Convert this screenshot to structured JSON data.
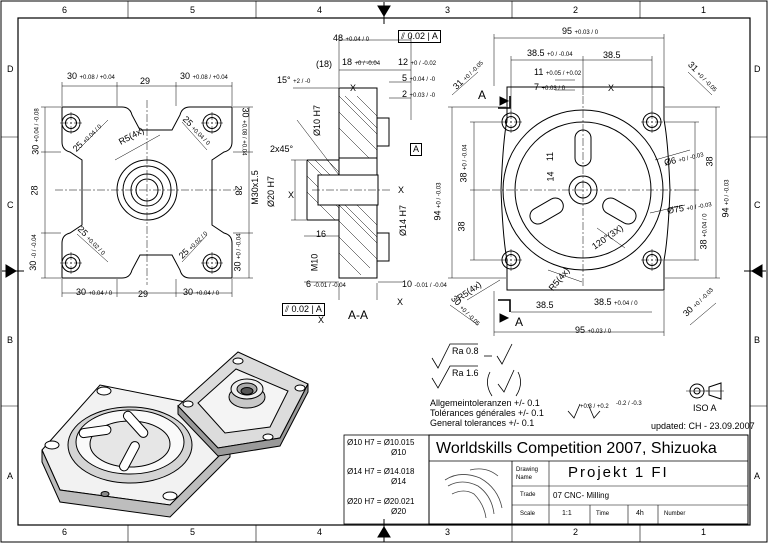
{
  "border": {
    "columns": [
      "6",
      "5",
      "4",
      "3",
      "2",
      "1"
    ],
    "rows": [
      "D",
      "C",
      "B",
      "A"
    ]
  },
  "dims": {
    "left_view": {
      "top_30_a": "30",
      "top_30_a_tol": "+0.08 / +0.04",
      "top_29": "29",
      "top_30_b": "30",
      "top_30_b_tol": "+0.08 / +0.04",
      "r5": "R5(4x)",
      "d25_a": "25",
      "d25_a_tol": "+0.04 / 0",
      "d25_b": "25",
      "d25_b_tol": "+0.04 / 0",
      "d25_c": "25",
      "d25_c_tol": "+0.02 / 0",
      "d25_d": "25",
      "d25_d_tol": "+0.02 / 0",
      "left_30_top": "30",
      "left_30_top_tol": "+0.04 / -0.08",
      "left_28": "28",
      "left_30_bot": "30",
      "left_30_bot_tol": "-0 / -0.04",
      "right_30_top": "30",
      "right_30_top_tol": "+0.08 / +0.04",
      "right_28": "28",
      "right_30_bot": "30",
      "right_30_bot_tol": "+0 / -0.04",
      "bot_30_a": "30",
      "bot_30_a_tol": "+0.04 / 0",
      "bot_29": "29",
      "bot_30_b": "30",
      "bot_30_b_tol": "+0.04 / 0"
    },
    "section": {
      "d48": "48",
      "d48_tol": "+0.04 / 0",
      "flat": "0.02",
      "flat_ref": "A",
      "d18p": "(18)",
      "d18": "18",
      "d18_tol": "+0 / -0.04",
      "d12": "12",
      "d12_tol": "+0 / -0.02",
      "d15deg": "15°",
      "d15_tol": "+2 / -0",
      "d5": "5",
      "d5_tol": "+0.04 / -0",
      "d2": "2",
      "d2_tol": "+0.03 / -0",
      "dia10": "Ø10 H7",
      "chamfer": "2x45°",
      "thread": "M30x1.5",
      "dia20": "Ø20 H7",
      "dia14": "Ø14 H7",
      "d16": "16",
      "m10": "M10",
      "d6": "6",
      "d6_tol": "-0.01 / -0.04",
      "d10": "10",
      "d10_tol": "-0.01 / -0.04",
      "perp": "0.02",
      "perp_ref": "A",
      "section_label": "A-A",
      "datum": "A",
      "rough_x": "X"
    },
    "right_view": {
      "d95_top": "95",
      "d95_top_tol": "+0.03 / 0",
      "d385_a": "38.5",
      "d385_a_tol": "+0 / -0.04",
      "d385_b": "38.5",
      "d11": "11",
      "d11_tol": "+0.05 / +0.02",
      "d7": "7",
      "d7_tol": "+0.03 / 0",
      "d31_a": "31",
      "d31_a_tol": "+0 / -0.05",
      "d31_b": "31",
      "d31_b_tol": "+0 / -0.05",
      "dia6": "Ø6",
      "dia6_tol": "+0 / -0.03",
      "dia75": "Ø75",
      "dia75_tol": "+0 / -0.03",
      "d38_left_top": "38",
      "d38_left_top_tol": "+0 / -0.04",
      "d38_left_bot": "38",
      "d94_left": "94",
      "d94_left_tol": "+0 / -0.03",
      "d38_right_top": "38",
      "d94_right": "94",
      "d94_right_tol": "+0 / -0.03",
      "d38_right_bot": "38",
      "d38_right_bot_tol": "+0.04 / 0",
      "d14": "14",
      "d11_b": "11",
      "angle120": "120°(3X)",
      "r5": "R5(4x)",
      "r5_b": "R5(4x)",
      "d30_a": "30",
      "d30_a_tol": "+0 / -0.05",
      "d30_b": "30",
      "d30_b_tol": "+0 / -0.03",
      "d385_c": "38.5",
      "d385_d": "38.5",
      "d385_d_tol": "+0.04 / 0",
      "d95_bot": "95",
      "d95_bot_tol": "+0.03 / 0",
      "sec_a_top": "A",
      "sec_a_bot": "A",
      "rough_x": "X"
    }
  },
  "notes": {
    "ra08": "Ra 0.8",
    "ra16": "Ra 1.6",
    "tol_de": "Allgemeintoleranzen +/- 0.1",
    "tol_fr": "Tolérances générales +/- 0.1",
    "tol_en": "General tolerances +/- 0.1",
    "tol_sym_a": "+0.3 / +0.2",
    "tol_sym_b": "-0.2 / -0.3",
    "iso": "ISO A",
    "updated": "updated: CH - 23.09.2007"
  },
  "fits": [
    {
      "nominal": "Ø10 H7 =",
      "upper": "Ø10.015",
      "lower": "Ø10"
    },
    {
      "nominal": "Ø14 H7 =",
      "upper": "Ø14.018",
      "lower": "Ø14"
    },
    {
      "nominal": "Ø20 H7 =",
      "upper": "Ø20.021",
      "lower": "Ø20"
    }
  ],
  "title_block": {
    "title": "Worldskills Competition 2007, Shizuoka",
    "drawing_name_label": "Drawing Name",
    "drawing_name": "Projekt 1 FI",
    "trade_label": "Trade",
    "trade": "07 CNC- Milling",
    "scale_label": "Scale",
    "scale": "1:1",
    "time_label": "Time",
    "time": "4h",
    "number_label": "Number",
    "number": ""
  }
}
